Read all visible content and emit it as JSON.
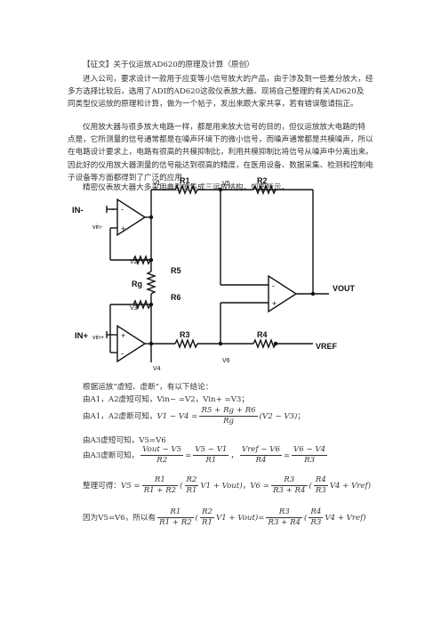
{
  "heading": "【征文】关于仪运放AD620的原理及计算（原创）",
  "intro": [
    "进入公司，要求设计一款用于应变等小信号放大的产品，由于涉及到一些差分放大，经",
    "多方选择比较后，选用了ADI的AD620这款仪表放大器。现将自己整理的有关AD620及",
    "同类型仪运放的原理和计算，做为一个帖子，发出来跟大家共享，若有错误敬请指正。"
  ],
  "para2": [
    "仪用放大器与很多放大电路一样，都是用来放大信号的目的，但仪运放放大电路的特",
    "点是，它所测量的信号通常都是在噪声环境下的微小信号，而噪声通常都是共模噪声，所以",
    "在电路设计要求上，电路有很高的共模抑制比，利用共模抑制比将信号从噪声中分离出来。",
    "因此好的仪用放大器测量的信号能达到很高的精度，在医用设备、数据采集、检测和控制电",
    "子设备等方面都得到了广泛的应用"
  ],
  "para3": "精密仪表放大器大多采用典型的集成三运放结构，如图所示。",
  "circuit": {
    "in_minus": "IN-",
    "in_plus": "IN+",
    "vin_minus": "vin-",
    "vin_plus": "vin+",
    "v1": "V1",
    "v2": "V2",
    "v3": "V3",
    "v4": "V4",
    "v5": "V5",
    "v6": "V6",
    "r1": "R1",
    "r2": "R2",
    "r3": "R3",
    "r4": "R4",
    "r5": "R5",
    "r6": "R6",
    "rg": "Rg",
    "vout": "VOUT",
    "vref": "VREF",
    "minus": "-",
    "plus": "+"
  },
  "conclusion_intro": "根据运放“虚短、虚断”，有以下结论：",
  "eq1": "由A1，A2虚短可知，Vin− =V2，Vin+ =V3；",
  "eq2": {
    "prefix": "由A1，A2虚断可知，",
    "lhs": "V1 − V4 =",
    "num": "R5 + Rg + R6",
    "den": "Rg",
    "rhs": "(V2 − V3)",
    "suffix": "；"
  },
  "eq3": "由A3虚短可知，V5=V6",
  "eq4": {
    "prefix": "由A3虚断可知，",
    "f1n": "Vout − V5",
    "f1d": "R2",
    "eq": "=",
    "f2n": "V5 − V1",
    "f2d": "R1",
    "sep": "，",
    "f3n": "Vref − V6",
    "f3d": "R4",
    "f4n": "V6 − V4",
    "f4d": "R3"
  },
  "eq5": {
    "prefix": "整理可得：",
    "a": "V5 =",
    "an": "R1",
    "ad": "R1 + R2",
    "bn": "R2",
    "bd": "R1",
    "brest": "V1 + Vout",
    "sep": "，",
    "c": "V6 =",
    "cn": "R3",
    "cd": "R3 + R4",
    "dn": "R4",
    "dd": "R3",
    "drest": "V4 + Vref"
  },
  "eq6": {
    "prefix": "因为V5=V6，所以有",
    "an": "R1",
    "ad": "R1 + R2",
    "bn": "R2",
    "bd": "R1",
    "brest": "V1 + Vout",
    "eq": "=",
    "cn": "R3",
    "cd": "R3 + R4",
    "dn": "R4",
    "dd": "R3",
    "drest": "V4 + Vref"
  }
}
